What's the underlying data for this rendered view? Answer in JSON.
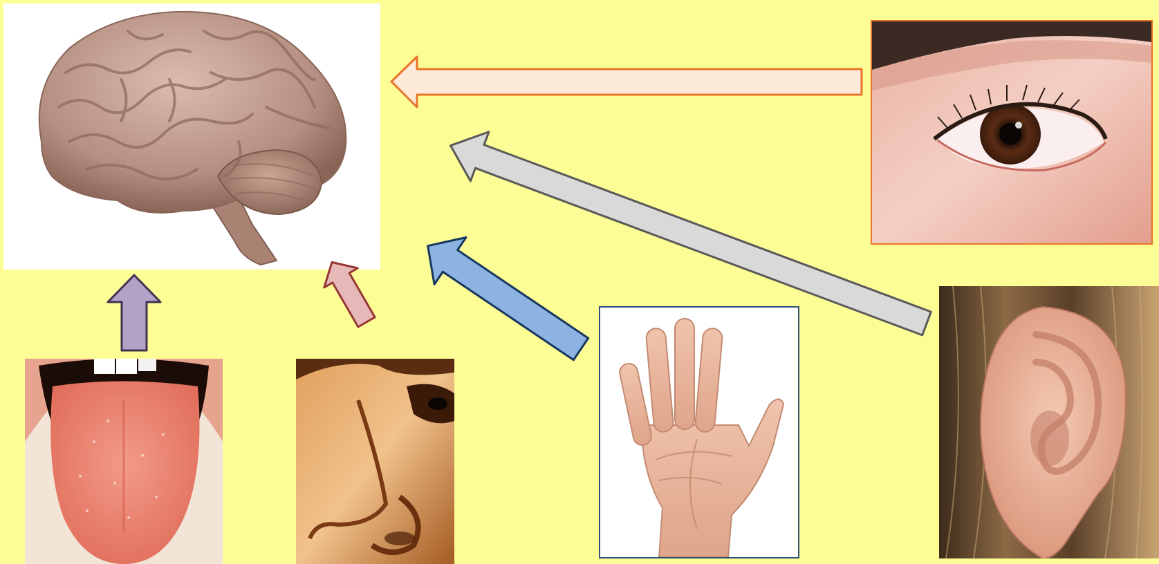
{
  "diagram": {
    "background_color": "#fdfd96",
    "center": {
      "icon": "brain-image"
    },
    "senses": [
      {
        "key": "sight",
        "icon": "eye-image",
        "arrow_fill": "#fde9d7",
        "arrow_stroke": "#e8742a"
      },
      {
        "key": "hearing",
        "icon": "ear-image",
        "arrow_fill": "#d9d9d9",
        "arrow_stroke": "#595959"
      },
      {
        "key": "touch",
        "icon": "hand-image",
        "arrow_fill": "#8db3e2",
        "arrow_stroke": "#17375e"
      },
      {
        "key": "smell",
        "icon": "nose-image",
        "arrow_fill": "#e6b9b8",
        "arrow_stroke": "#953735"
      },
      {
        "key": "taste",
        "icon": "tongue-image",
        "arrow_fill": "#b3a2c7",
        "arrow_stroke": "#403152"
      }
    ]
  }
}
